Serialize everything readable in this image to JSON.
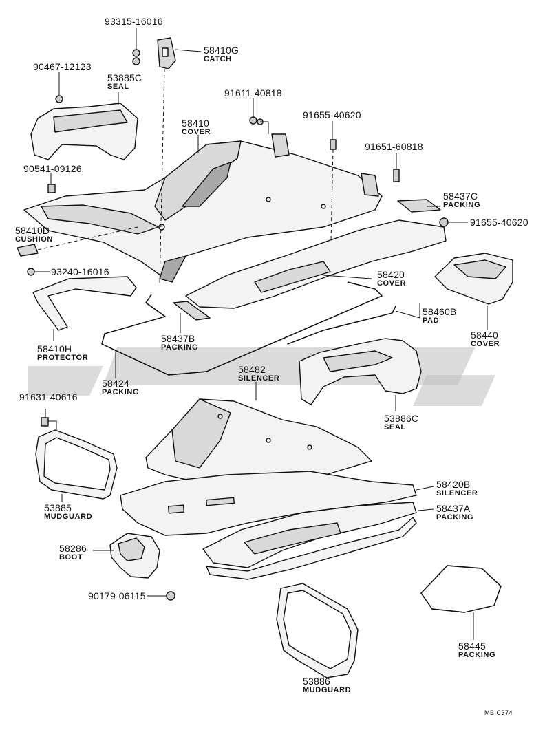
{
  "diagram": {
    "code": "MB C374",
    "callouts": [
      {
        "id": "c-93315-16016",
        "number": "93315-16016",
        "name": ""
      },
      {
        "id": "c-58410g",
        "number": "58410G",
        "name": "CATCH"
      },
      {
        "id": "c-90467-12123",
        "number": "90467-12123",
        "name": ""
      },
      {
        "id": "c-53885c",
        "number": "53885C",
        "name": "SEAL"
      },
      {
        "id": "c-91611-40818",
        "number": "91611-40818",
        "name": ""
      },
      {
        "id": "c-58410",
        "number": "58410",
        "name": "COVER"
      },
      {
        "id": "c-91655-40620a",
        "number": "91655-40620",
        "name": ""
      },
      {
        "id": "c-91651-60818",
        "number": "91651-60818",
        "name": ""
      },
      {
        "id": "c-90541-09126",
        "number": "90541-09126",
        "name": ""
      },
      {
        "id": "c-58437c",
        "number": "58437C",
        "name": "PACKING"
      },
      {
        "id": "c-91655-40620b",
        "number": "91655-40620",
        "name": ""
      },
      {
        "id": "c-58410d",
        "number": "58410D",
        "name": "CUSHION"
      },
      {
        "id": "c-93240-16016",
        "number": "93240-16016",
        "name": ""
      },
      {
        "id": "c-58420",
        "number": "58420",
        "name": "COVER"
      },
      {
        "id": "c-58460b",
        "number": "58460B",
        "name": "PAD"
      },
      {
        "id": "c-58440",
        "number": "58440",
        "name": "COVER"
      },
      {
        "id": "c-58410h",
        "number": "58410H",
        "name": "PROTECTOR"
      },
      {
        "id": "c-58437b",
        "number": "58437B",
        "name": "PACKING"
      },
      {
        "id": "c-58424",
        "number": "58424",
        "name": "PACKING"
      },
      {
        "id": "c-58482",
        "number": "58482",
        "name": "SILENCER"
      },
      {
        "id": "c-53886c",
        "number": "53886C",
        "name": "SEAL"
      },
      {
        "id": "c-91631-40616",
        "number": "91631-40616",
        "name": ""
      },
      {
        "id": "c-53885",
        "number": "53885",
        "name": "MUDGUARD"
      },
      {
        "id": "c-58420b",
        "number": "58420B",
        "name": "SILENCER"
      },
      {
        "id": "c-58437a",
        "number": "58437A",
        "name": "PACKING"
      },
      {
        "id": "c-58286",
        "number": "58286",
        "name": "BOOT"
      },
      {
        "id": "c-90179-06115",
        "number": "90179-06115",
        "name": ""
      },
      {
        "id": "c-53886",
        "number": "53886",
        "name": "MUDGUARD"
      },
      {
        "id": "c-58445",
        "number": "58445",
        "name": "PACKING"
      }
    ]
  }
}
